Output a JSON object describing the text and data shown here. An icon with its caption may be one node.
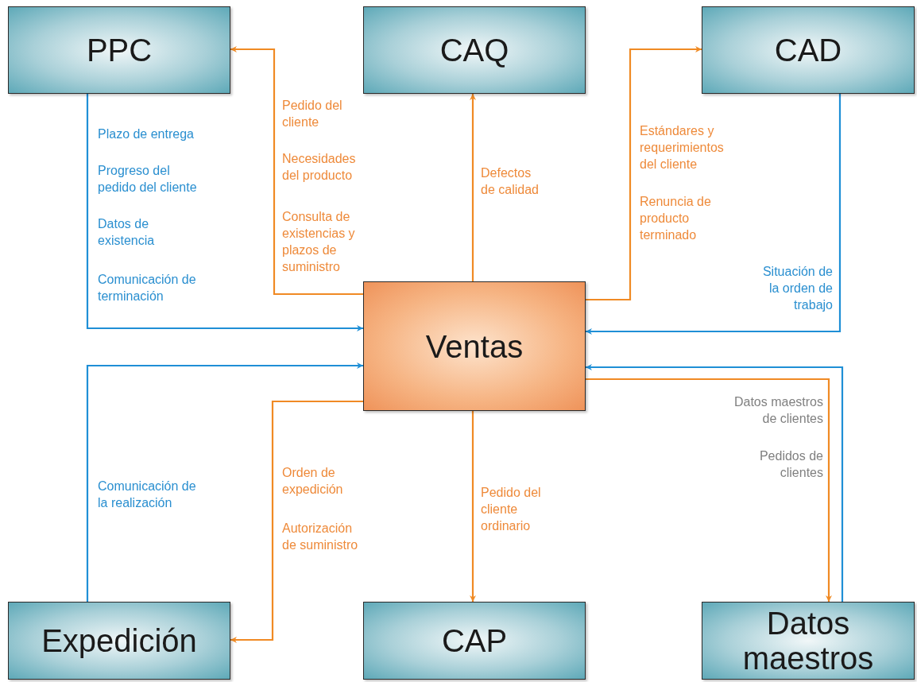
{
  "diagram": {
    "nodes": [
      {
        "text": [
          "PPC"
        ]
      },
      {
        "text": [
          "CAQ"
        ]
      },
      {
        "text": [
          "CAD"
        ]
      },
      {
        "text": [
          "Ventas"
        ]
      },
      {
        "text": [
          "Expedición"
        ]
      },
      {
        "text": [
          "CAP"
        ]
      },
      {
        "text": [
          "Datos maestros"
        ]
      }
    ],
    "edges": [
      {
        "from": 3,
        "to": 0,
        "arrow": "to"
      },
      {
        "from": 0,
        "to": 3,
        "arrow": "to",
        "color": "#1f8fd6"
      },
      {
        "from": 3,
        "to": 1,
        "arrow": "to"
      },
      {
        "from": 3,
        "to": 2,
        "arrow": "to"
      },
      {
        "from": 2,
        "to": 3,
        "arrow": "to",
        "color": "#1f8fd6"
      },
      {
        "from": 4,
        "to": 3,
        "arrow": "to",
        "color": "#1f8fd6"
      },
      {
        "from": 3,
        "to": 4,
        "arrow": "to"
      },
      {
        "from": 3,
        "to": 5,
        "arrow": "to"
      },
      {
        "from": 6,
        "to": 3,
        "arrow": "to",
        "color": "#1f8fd6"
      },
      {
        "from": 3,
        "to": 6,
        "arrow": "to"
      }
    ],
    "labels": [
      "Pedido del cliente",
      "Plazo de entrega",
      "Necesidades del producto",
      "Estándares y requerimientos del cliente",
      "Progreso del pedido del cliente",
      "Defectos de calidad",
      "Consulta de existencias y plazos de suministro",
      "Renuncia de producto terminado",
      "Datos de existencia",
      "Comunicación de terminación",
      "Situación de la orden de trabajo",
      "Datos maestros de clientes",
      "Pedidos de clientes",
      "Orden de expedición",
      "Comunicación de la realización",
      "Pedido del cliente ordinario",
      "Autorización de suministro"
    ]
  }
}
